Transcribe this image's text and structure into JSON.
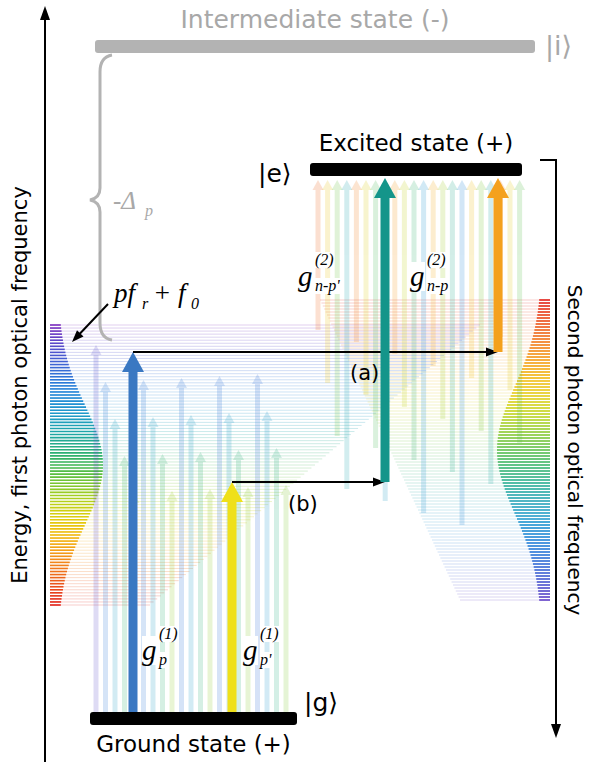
{
  "diagram": {
    "nodes": [
      {
        "text": [
          "Intermediate state (-)",
          "|i⟩"
        ]
      },
      {
        "text": [
          "Excited state (+)",
          "|e⟩"
        ]
      },
      {
        "text": [
          "Ground state (+)",
          "|g⟩"
        ]
      }
    ],
    "labels": [
      "Energy, first photon optical frequency",
      "Second photon optical frequency",
      "-Δ",
      "p",
      "pf",
      "r",
      "+ f",
      "0",
      "(a)",
      "(b)",
      "g",
      "(1)",
      "p",
      "g",
      "(1)",
      "p'",
      "g",
      "(2)",
      "n-p'",
      "g",
      "(2)",
      "n-p"
    ]
  }
}
